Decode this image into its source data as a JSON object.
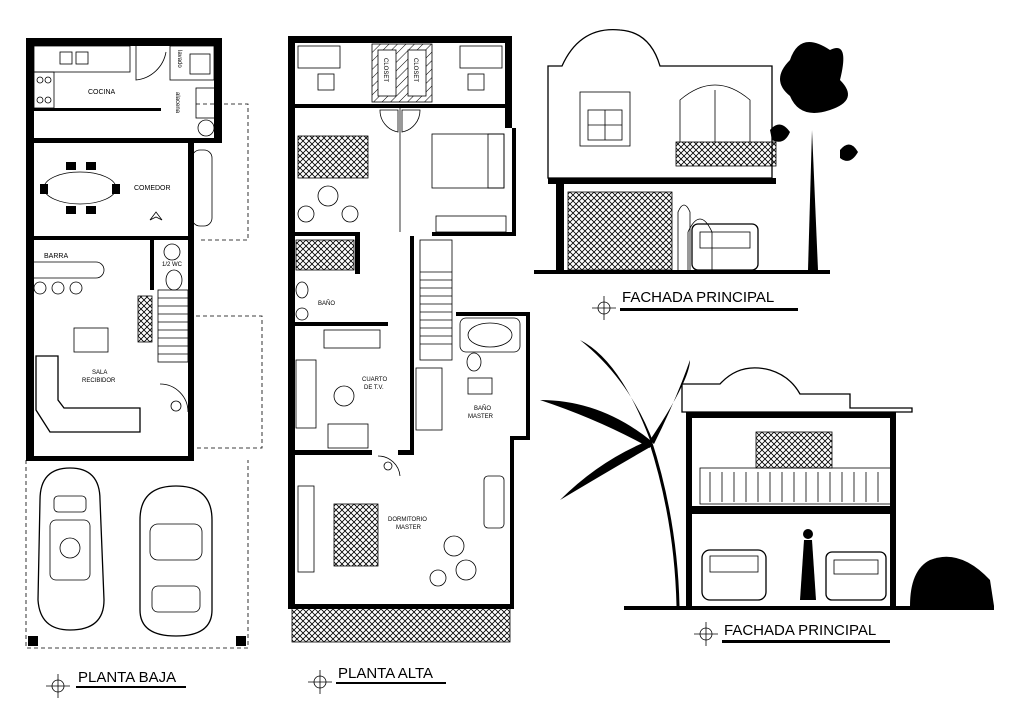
{
  "plans": {
    "ground": {
      "title": "PLANTA BAJA",
      "rooms": {
        "kitchen": "COCINA",
        "laundry": "lavado",
        "pantry": "alacena",
        "dining": "COMEDOR",
        "bar": "BARRA",
        "half_bath": "1/2 WC",
        "living_line1": "SALA",
        "living_line2": "RECIBIDOR"
      }
    },
    "upper": {
      "title": "PLANTA ALTA",
      "rooms": {
        "closet_a": "CLOSET",
        "closet_b": "CLOSET",
        "bath": "BAÑO",
        "tv_line1": "CUARTO",
        "tv_line2": "DE T.V.",
        "master_bath_line1": "BAÑO",
        "master_bath_line2": "MASTER",
        "master_bed_line1": "DORMITORIO",
        "master_bed_line2": "MASTER"
      }
    }
  },
  "elevations": {
    "front_1": {
      "title": "FACHADA PRINCIPAL"
    },
    "front_2": {
      "title": "FACHADA PRINCIPAL"
    }
  }
}
